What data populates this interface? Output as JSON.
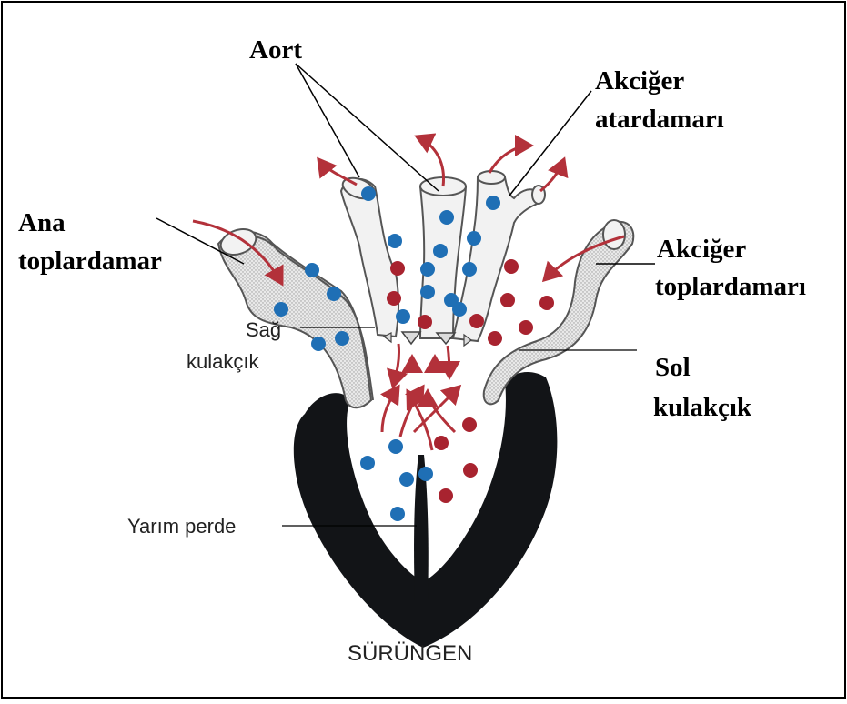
{
  "labels": {
    "aort": "Aort",
    "akciger_atardamari_1": "Akciğer",
    "akciger_atardamari_2": "atardamarı",
    "ana_toplardamar_1": "Ana",
    "ana_toplardamar_2": "toplardamar",
    "akciger_toplardamari_1": "Akciğer",
    "akciger_toplardamari_2": "toplardamarı",
    "sag_kulakcik_1": "Sağ",
    "sag_kulakcik_2": "kulakçık",
    "sol_kulakcik_1": "Sol",
    "sol_kulakcik_2": "kulakçık",
    "yarim_perde": "Yarım perde",
    "caption": "SÜRÜNGEN"
  },
  "colors": {
    "deoxygenated_blood": "#1f6fb5",
    "oxygenated_blood": "#a8232f",
    "arrow": "#b3313a",
    "muscle": "#121417",
    "vessel_fill": "#f2f2f2",
    "vessel_stroke": "#555555",
    "valve_fill": "#dcdcdc"
  }
}
